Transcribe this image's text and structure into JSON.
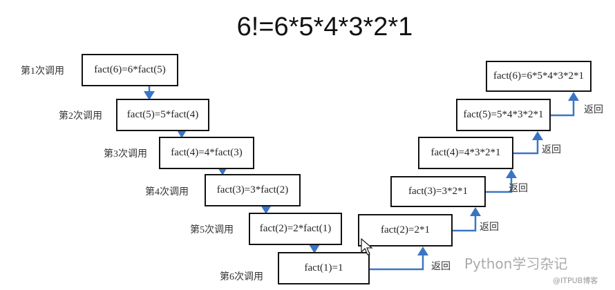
{
  "title": "6!=6*5*4*3*2*1",
  "calls": [
    {
      "label": "第1次调用",
      "expr": "fact(6)=6*fact(5)"
    },
    {
      "label": "第2次调用",
      "expr": "fact(5)=5*fact(4)"
    },
    {
      "label": "第3次调用",
      "expr": "fact(4)=4*fact(3)"
    },
    {
      "label": "第4次调用",
      "expr": "fact(3)=3*fact(2)"
    },
    {
      "label": "第5次调用",
      "expr": "fact(2)=2*fact(1)"
    },
    {
      "label": "第6次调用",
      "expr": "fact(1)=1"
    }
  ],
  "returns": [
    {
      "label": "返回",
      "expr": "fact(2)=2*1"
    },
    {
      "label": "返回",
      "expr": "fact(3)=3*2*1"
    },
    {
      "label": "返回",
      "expr": "fact(4)=4*3*2*1"
    },
    {
      "label": "返回",
      "expr": "fact(5)=5*4*3*2*1"
    },
    {
      "label": "返回",
      "expr": "fact(6)=6*5*4*3*2*1"
    }
  ],
  "watermark": "Python学习杂记",
  "watermark_source": "@ITPUB博客",
  "arrow_color": "#3a75c4"
}
